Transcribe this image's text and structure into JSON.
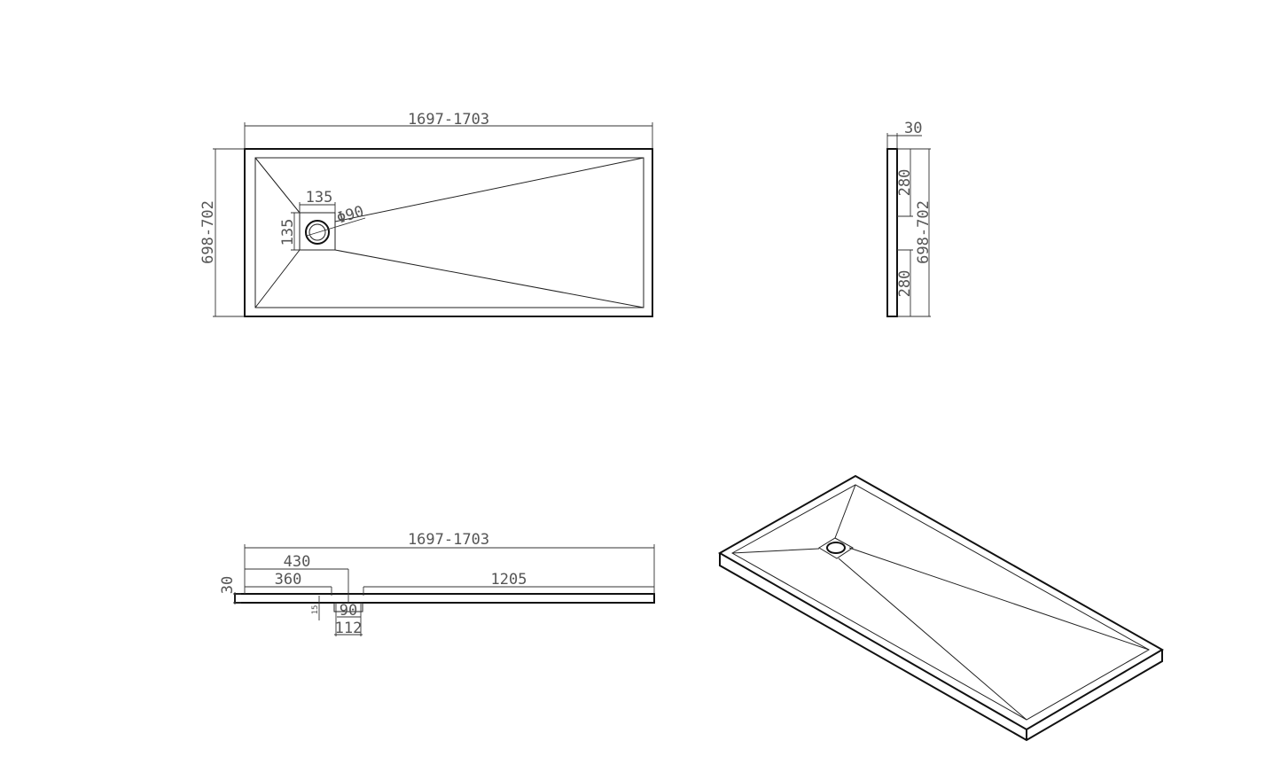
{
  "top_view": {
    "length": "1697-1703",
    "width": "698-702",
    "drain_w": "135",
    "drain_h": "135",
    "drain_dia": "Φ90"
  },
  "side_view": {
    "thickness": "30",
    "upper": "280",
    "lower": "280",
    "width": "698-702"
  },
  "front_view": {
    "length": "1697-1703",
    "to_drain_center": "430",
    "to_drain_edge": "360",
    "remaining": "1205",
    "thickness": "30",
    "depth": "15",
    "drain_inner": "90",
    "drain_outer": "112"
  },
  "colors": {
    "line": "#222222",
    "text": "#555555",
    "background": "#ffffff"
  }
}
